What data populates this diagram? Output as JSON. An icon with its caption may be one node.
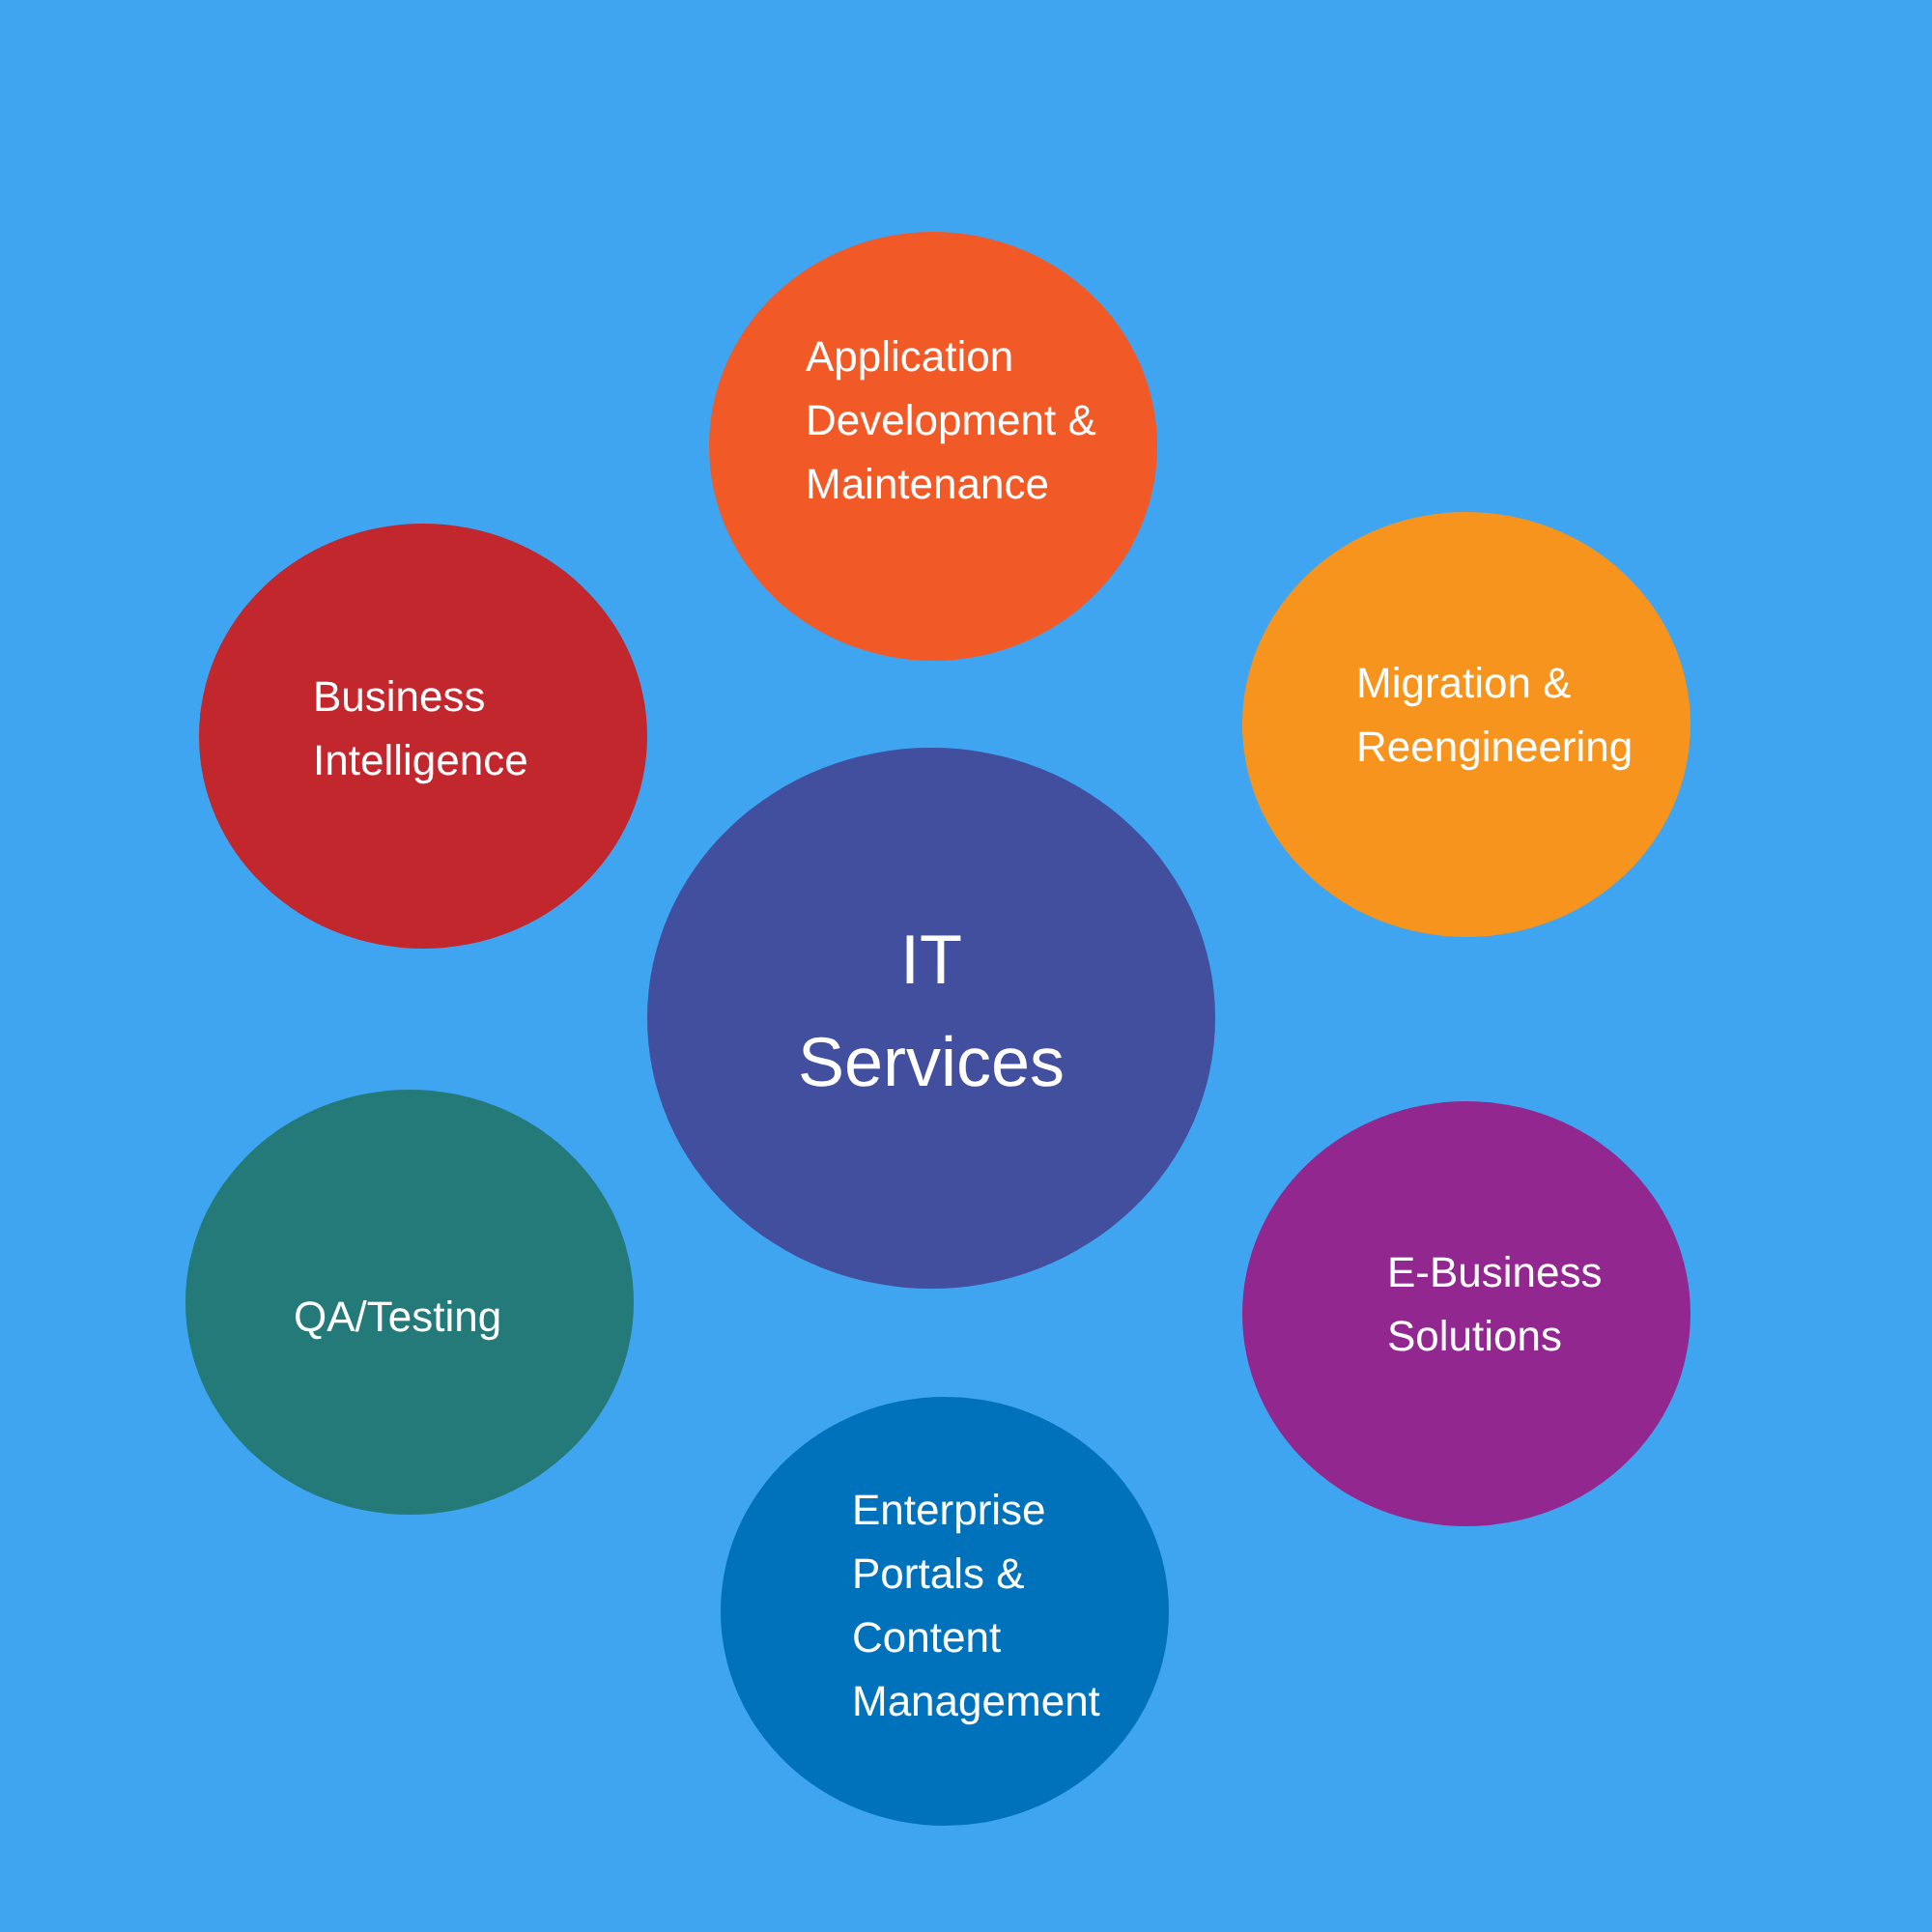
{
  "diagram": {
    "nodes": [
      {
        "text": [
          "Application Development & Maintenance"
        ]
      },
      {
        "text": [
          "Business Intelligence"
        ]
      },
      {
        "text": [
          "Migration & Reengineering"
        ]
      },
      {
        "text": [
          "IT Services"
        ]
      },
      {
        "text": [
          "QA/Testing"
        ]
      },
      {
        "text": [
          "E-Business Solutions"
        ]
      },
      {
        "text": [
          "Enterprise Portals & Content Management"
        ]
      }
    ]
  }
}
